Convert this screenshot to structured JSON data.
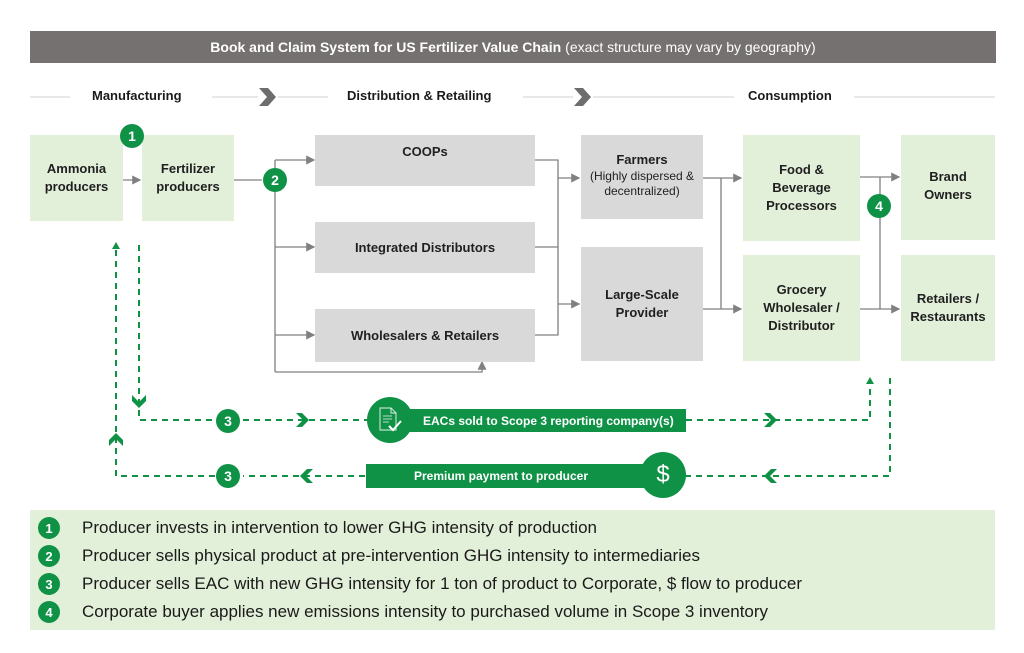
{
  "title": {
    "bold": "Book and Claim System for US Fertilizer Value Chain",
    "normal": "(exact structure may vary by geography)"
  },
  "stages": [
    "Manufacturing",
    "Distribution & Retailing",
    "Consumption"
  ],
  "nodes": {
    "ammonia": "Ammonia producers",
    "fertilizer": "Fertilizer producers",
    "coops": "COOPs",
    "integrated": "Integrated Distributors",
    "wholesalers": "Wholesalers & Retailers",
    "farmers": "Farmers",
    "farmers_sub": "(Highly dispersed & decentralized)",
    "large_scale": "Large-Scale Provider",
    "food_bev": "Food & Beverage Processors",
    "grocery": "Grocery Wholesaler / Distributor",
    "brand_owners": "Brand Owners",
    "retailers_restaurants": "Retailers / Restaurants"
  },
  "badges": {
    "b1": "1",
    "b2": "2",
    "b3a": "3",
    "b3b": "3",
    "b4": "4"
  },
  "flows": {
    "eac": "EACs sold to Scope 3 reporting company(s)",
    "payment": "Premium payment to producer",
    "payment_icon": "$"
  },
  "legend": [
    {
      "num": "1",
      "text": "Producer invests in intervention to lower GHG intensity of production"
    },
    {
      "num": "2",
      "text": "Producer sells physical product at pre-intervention GHG intensity to intermediaries"
    },
    {
      "num": "3",
      "text": "Producer sells EAC with new GHG intensity for 1 ton of product to Corporate, $ flow to producer"
    },
    {
      "num": "4",
      "text": "Corporate buyer applies new emissions intensity to purchased volume in Scope 3 inventory"
    }
  ],
  "colors": {
    "accent_green": "#0f9246",
    "light_green": "#e2efd9",
    "gray_box": "#d9d9d9",
    "title_bar": "#757170"
  }
}
